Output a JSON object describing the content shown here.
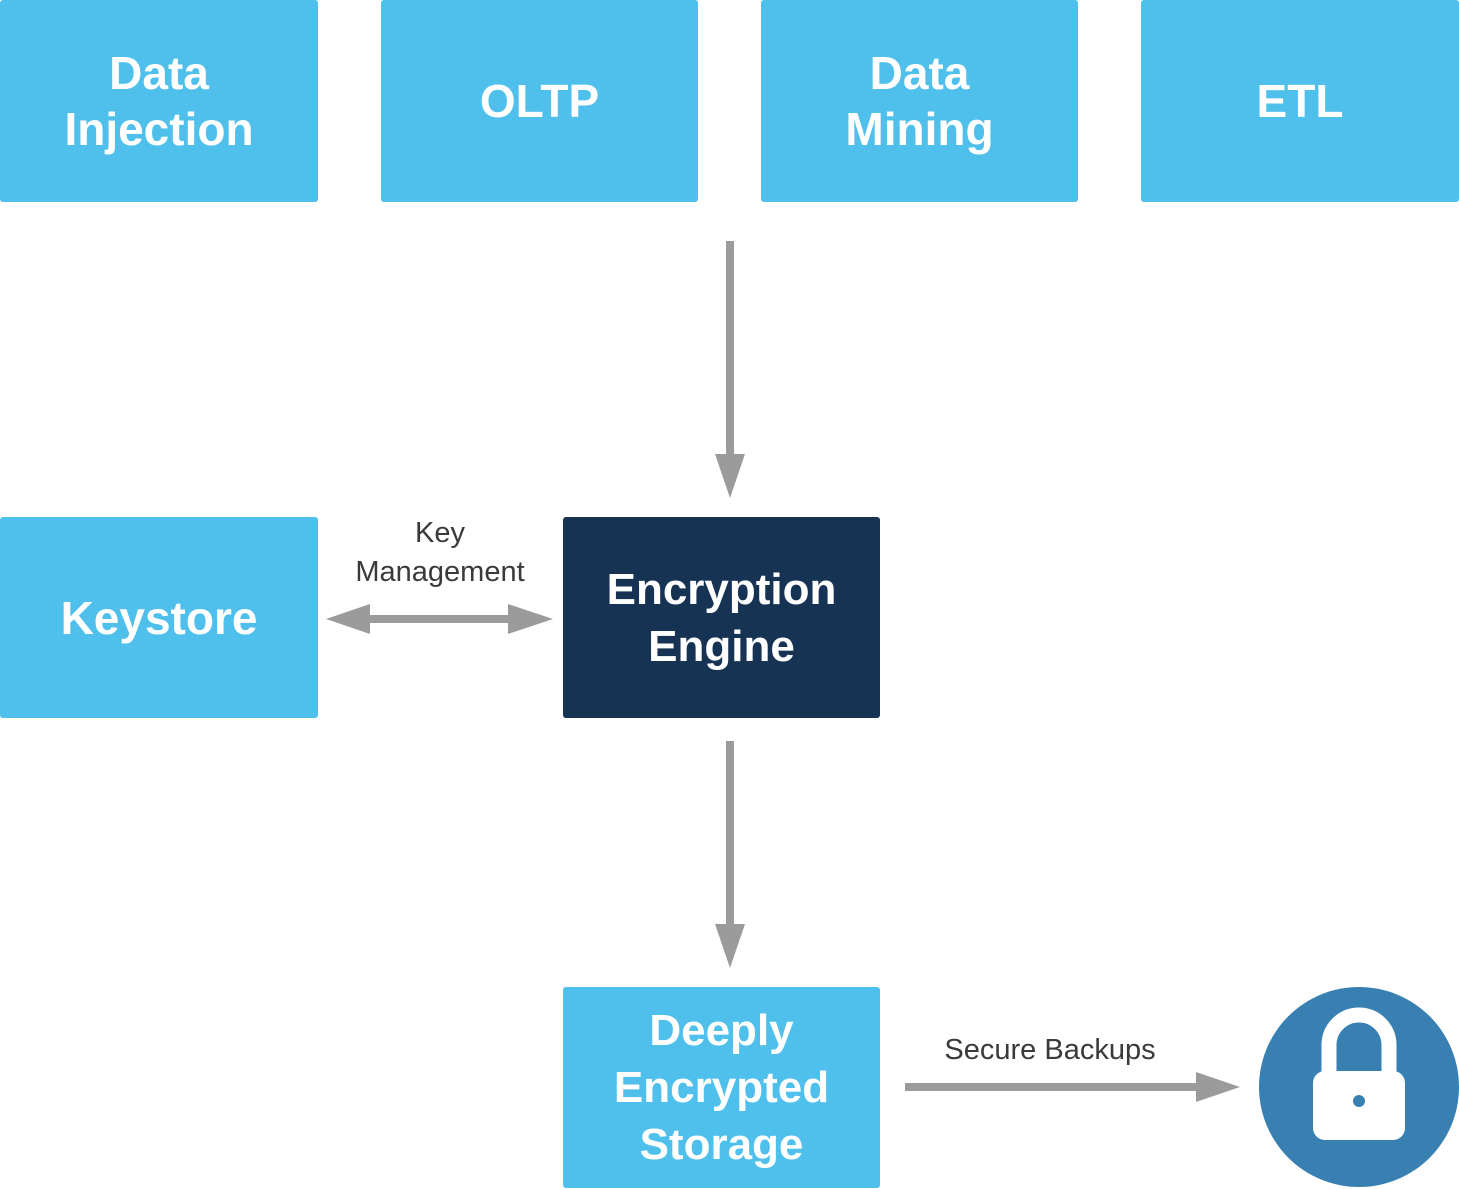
{
  "nodes": {
    "data_injection": "Data\nInjection",
    "oltp": "OLTP",
    "data_mining": "Data\nMining",
    "etl": "ETL",
    "keystore": "Keystore",
    "encryption_engine": "Encryption\nEngine",
    "storage": "Deeply\nEncrypted\nStorage"
  },
  "edge_labels": {
    "key_management": "Key\nManagement",
    "secure_backups": "Secure Backups"
  },
  "icons": {
    "vault": "lock-icon"
  },
  "colors": {
    "light_box": "#4fc0ec",
    "dark_box": "#163354",
    "arrow": "#9b9b9b",
    "vault": "#3880b2"
  }
}
